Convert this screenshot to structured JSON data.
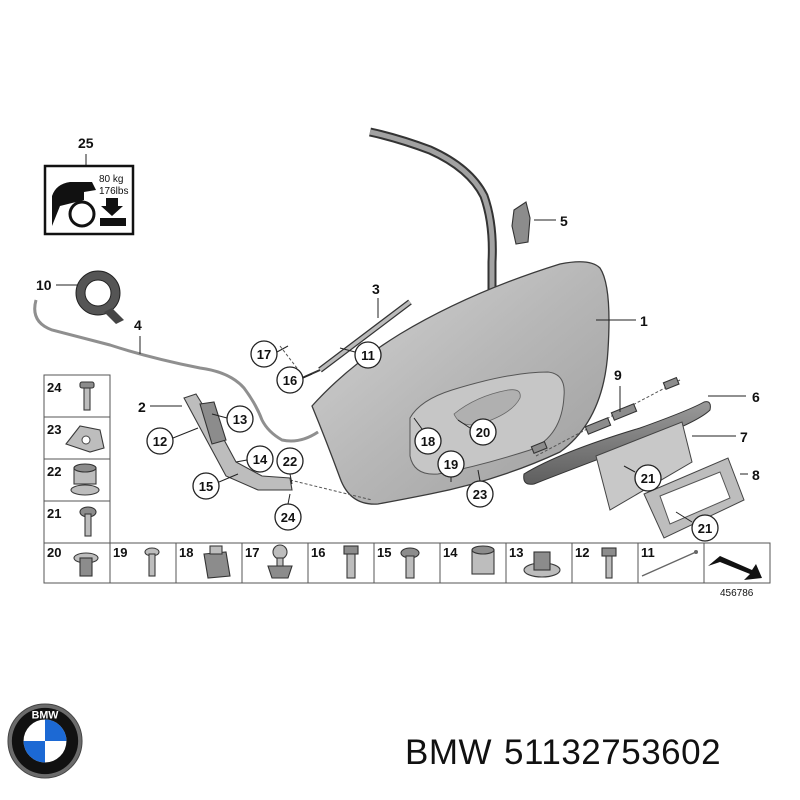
{
  "diagram": {
    "callouts": [
      {
        "id": "1",
        "label": "1"
      },
      {
        "id": "2",
        "label": "2"
      },
      {
        "id": "3",
        "label": "3"
      },
      {
        "id": "4",
        "label": "4"
      },
      {
        "id": "5",
        "label": "5"
      },
      {
        "id": "6",
        "label": "6"
      },
      {
        "id": "7",
        "label": "7"
      },
      {
        "id": "8",
        "label": "8"
      },
      {
        "id": "9",
        "label": "9"
      },
      {
        "id": "10",
        "label": "10"
      },
      {
        "id": "11",
        "label": "11"
      },
      {
        "id": "12",
        "label": "12"
      },
      {
        "id": "13",
        "label": "13"
      },
      {
        "id": "14",
        "label": "14"
      },
      {
        "id": "15",
        "label": "15"
      },
      {
        "id": "16",
        "label": "16"
      },
      {
        "id": "17",
        "label": "17"
      },
      {
        "id": "18",
        "label": "18"
      },
      {
        "id": "19",
        "label": "19"
      },
      {
        "id": "20",
        "label": "20"
      },
      {
        "id": "21a",
        "label": "21"
      },
      {
        "id": "21b",
        "label": "21"
      },
      {
        "id": "22",
        "label": "22"
      },
      {
        "id": "23",
        "label": "23"
      },
      {
        "id": "24",
        "label": "24"
      },
      {
        "id": "25",
        "label": "25"
      }
    ],
    "load_label": {
      "kg": "80 kg",
      "lbs": "176lbs"
    },
    "side_grid": [
      "24",
      "23",
      "22",
      "21"
    ],
    "bottom_grid": [
      "20",
      "19",
      "18",
      "17",
      "16",
      "15",
      "14",
      "13",
      "12",
      "11"
    ],
    "diagram_number": "456786"
  },
  "product": {
    "brand": "BMW",
    "part_number": "51132753602",
    "logo_letters": "BMW",
    "colors": {
      "blue": "#1c69d4",
      "black": "#111111",
      "steel": "#9a9a9a"
    }
  }
}
